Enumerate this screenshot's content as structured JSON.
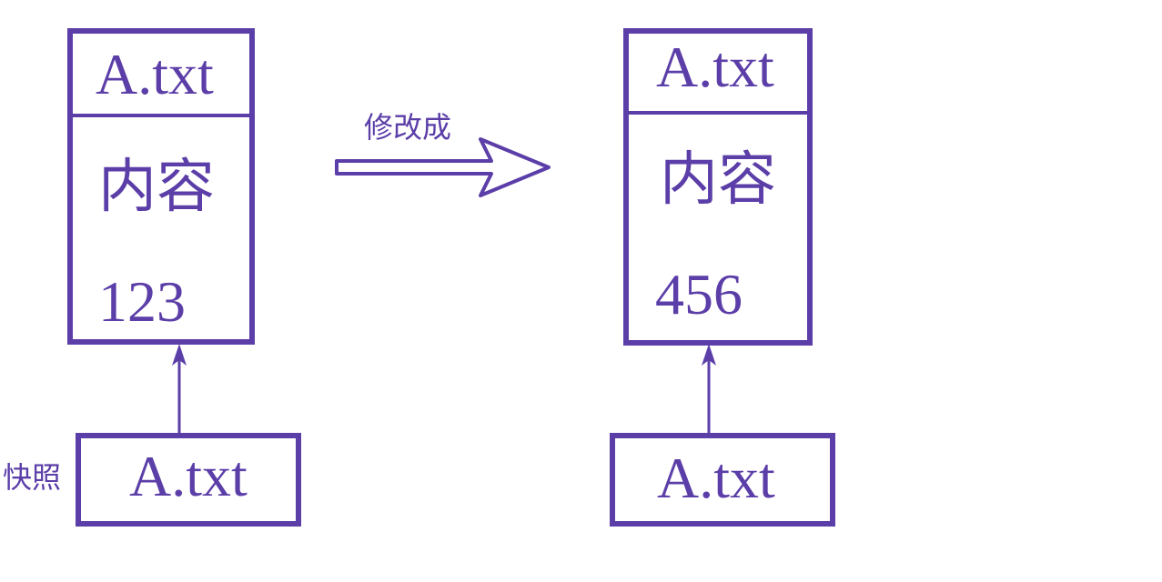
{
  "colors": {
    "accent": "#5b3ea8",
    "background": "#ffffff"
  },
  "before": {
    "file": {
      "name": "A.txt",
      "content_label": "内容",
      "content_value": "123"
    },
    "snapshot": {
      "label": "快照",
      "name": "A.txt"
    }
  },
  "transition": {
    "label": "修改成"
  },
  "after": {
    "file": {
      "name": "A.txt",
      "content_label": "内容",
      "content_value": "456"
    },
    "snapshot": {
      "name": "A.txt"
    }
  }
}
